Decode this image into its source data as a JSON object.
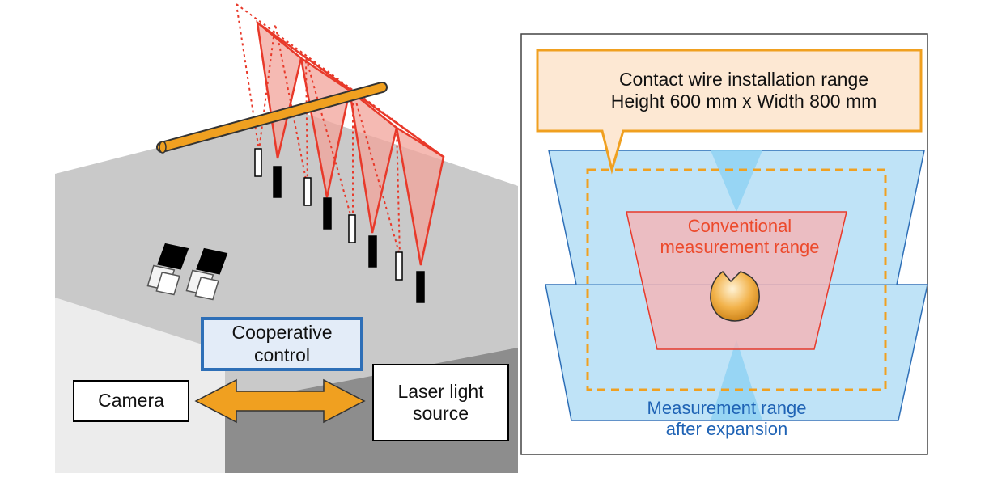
{
  "left_panel": {
    "cooperative_control": [
      "Cooperative",
      "control"
    ],
    "camera": "Camera",
    "laser": [
      "Laser light",
      "source"
    ]
  },
  "right_panel": {
    "installation_range": [
      "Contact wire installation range",
      "Height 600 mm x Width 800 mm"
    ],
    "conventional_range": [
      "Conventional",
      "measurement range"
    ],
    "expanded_range": [
      "Measurement range",
      "after expansion"
    ]
  },
  "colors": {
    "floor": "#c9c9c9",
    "floor_dark": "#8f8f8f",
    "laser_red": "#e8392a",
    "laser_fill": "#f2a39a",
    "wire_orange": "#f0a020",
    "blue_range": "#bfe3f7",
    "blue_border": "#2e6fb7",
    "callout_fill": "#fde8d3",
    "callout_border": "#f0a020"
  }
}
